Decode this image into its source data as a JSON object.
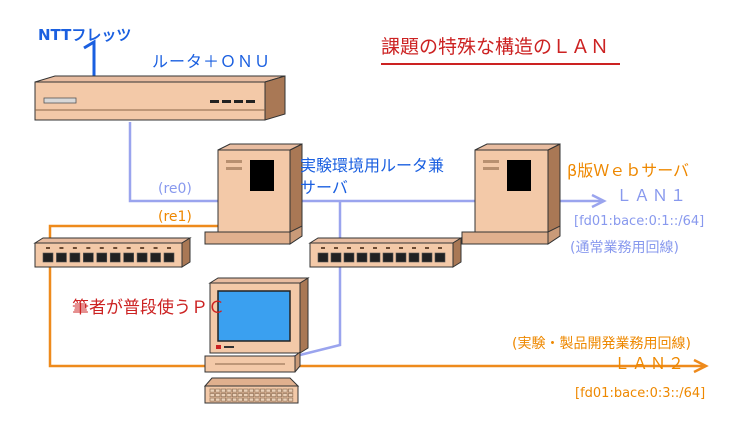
{
  "title": "課題の特殊な構造のＬＡＮ",
  "upstream_label": "NTTフレッツ",
  "router_label": "ルータ＋ＯＮＵ",
  "exp_server_label": "実験環境用ルータ兼サーバ",
  "iface_re0": "(re0)",
  "iface_re1": "(re1)",
  "beta_server_label": "β版Ｗｅｂサーバ",
  "lan1": {
    "name": "ＬＡＮ１",
    "prefix": "[fd01:bace:0:1::/64]",
    "purpose": "(通常業務用回線)"
  },
  "pc_label": "筆者が普段使うＰＣ",
  "lan2": {
    "purpose": "(実験・製品開発業務用回線)",
    "name": "ＬＡＮ２",
    "prefix": "[fd01:bace:0:3::/64]"
  },
  "colors": {
    "lan1_line": "#9aa4ee",
    "lan2_line": "#ee8a1c",
    "upstream_line": "#1a5fe0",
    "label_blue": "#1a5fe0",
    "label_red": "#cc2222",
    "device_beige": "#f3c9a8"
  }
}
